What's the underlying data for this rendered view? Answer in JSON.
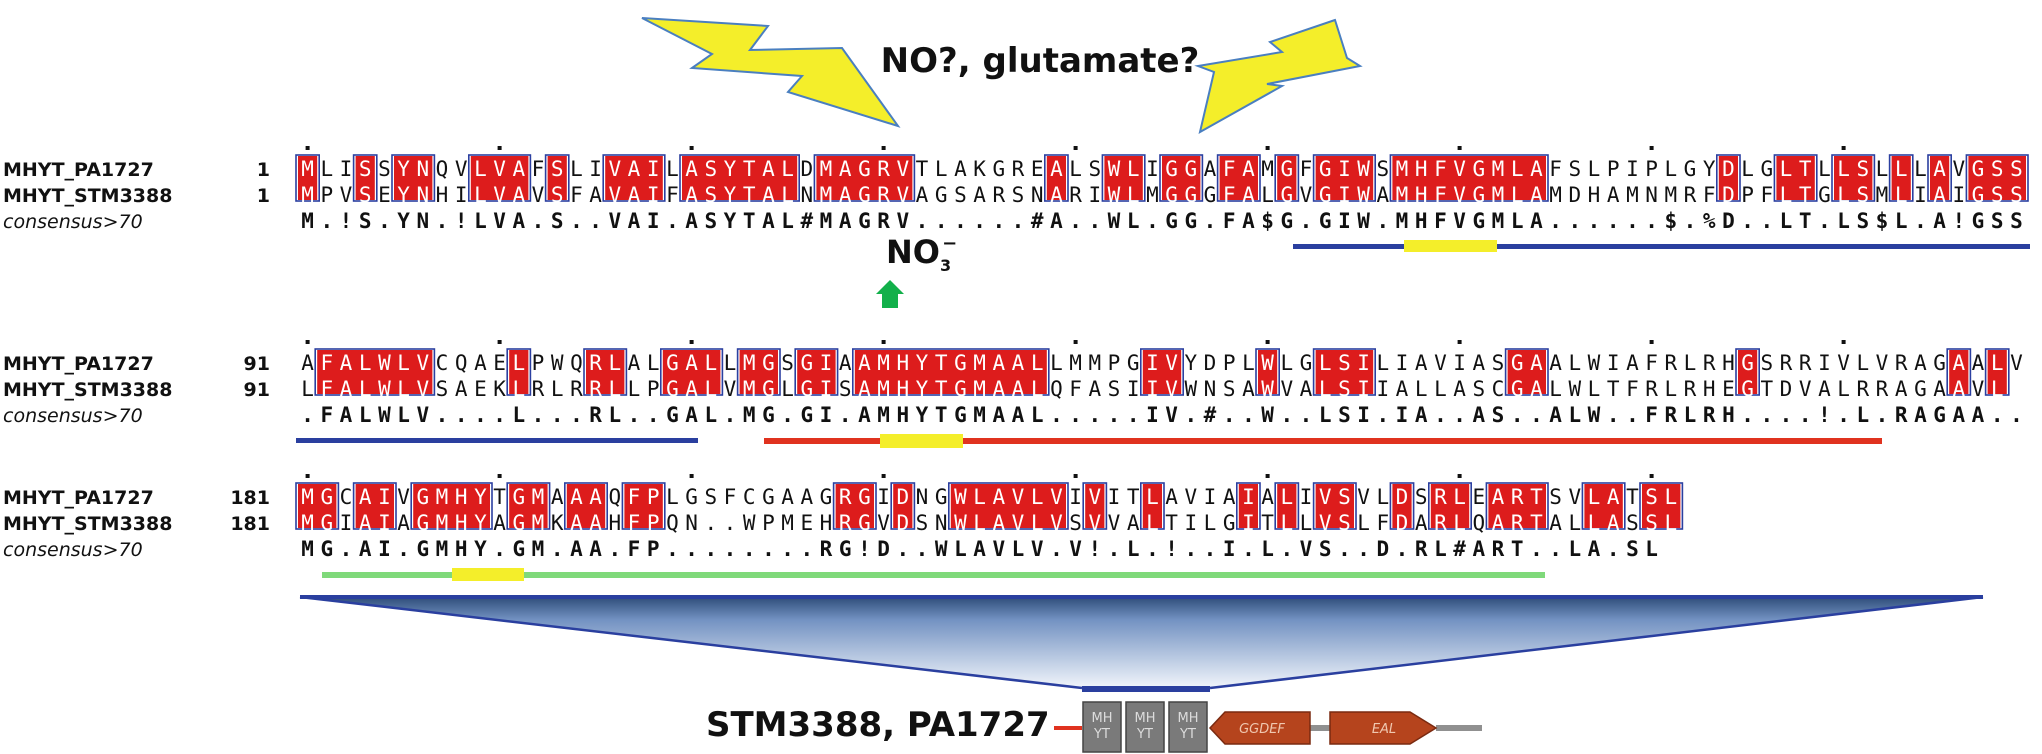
{
  "header": {
    "stimulus_label": "NO?, glutamate?",
    "nitrate_label": "NO",
    "nitrate_sub": "3",
    "nitrate_sup": "−"
  },
  "blocks": [
    {
      "rows": [
        {
          "label": "MHYT_PA1727",
          "start": "1",
          "seq": "MLISSYNQVLVAFSLIVAILASYTALDMAGRVTLAKGREALSWLIGGAFAMGFGIWSMHFVGMLAFSLPIPLGYDLGLTLLSLLLAVGSS"
        },
        {
          "label": "MHYT_STM3388",
          "start": "1",
          "seq": "MPVSEYNHILVAVSFAVAIFASYTALNMAGRVAGSARSNARIWLMGGGFALGVGIWAMHFVGMLAMDHAMNMRFDPFLTGLSMLIAIGSS"
        },
        {
          "label": "consensus>70",
          "start": "",
          "seq": "M.!S.YN.!LVA.S..VAI.ASYTAL#MAGRV......#A..WL.GG.FA$G.GIW.MHFVGMLA......$.%D..LT.LS$L.A!GSS"
        }
      ]
    },
    {
      "rows": [
        {
          "label": "MHYT_PA1727",
          "start": "91",
          "seq": "AFALWLVCQAELPWQRLALGALLMGSGIAAMHYTGMAALLMMPGIVYDPLWLGLSILIAVIASGAALWIAFRLRHGSRRIVLVRAGAALV"
        },
        {
          "label": "MHYT_STM3388",
          "start": "91",
          "seq": "LFALWLVSAEKLRLRRLLPGALVMGLGISAMHYTGMAALQFASIIVWNSAWVALSIIALLASCGALWLTFRLRHEGTDVALRRAGAAVL"
        },
        {
          "label": "consensus>70",
          "start": "",
          "seq": ".FALWLV....L...RL..GAL.MG.GI.AMHYTGMAAL.....IV.#..W..LSI.IA..AS..ALW..FRLRH....!.L.RAGAA.."
        }
      ]
    },
    {
      "rows": [
        {
          "label": "MHYT_PA1727",
          "start": "181",
          "seq": "MGCAIVGMHYTGMAAAQFPLGSFCGAAGRGIDNGWLAVLVIVITLAVIAIALIVSVLDSRLEARTSVLATSL"
        },
        {
          "label": "MHYT_STM3388",
          "start": "181",
          "seq": "MGIAIAGMHYAGMKAAHFPQN..WPMEHRGVDSNWLAVLVSVVALTILGITLLVSLFDARLQARTALLASSL"
        },
        {
          "label": "consensus>70",
          "start": "",
          "seq": "MG.AI.GMHY.GM.AA.FP........RG!D..WLAVLV.V!.L.!..I.L.VS..D.RL#ART..LA.SL"
        }
      ]
    }
  ],
  "gene_label": "STM3388, PA1727",
  "domains": [
    {
      "label": "MH\nYT"
    },
    {
      "label": "MH\nYT"
    },
    {
      "label": "MH\nYT"
    },
    {
      "label": "GGDEF"
    },
    {
      "label": "EAL"
    }
  ],
  "colors": {
    "conserved_fill": "#dd1c1c",
    "box_stroke": "#2b3fa0",
    "similar_text": "#dd1c1c",
    "bolt_fill": "#f4ee2a",
    "bolt_stroke": "#4a7fc0",
    "tm_bar": "#2a3f9f",
    "yellow_bar": "#f4ee2a",
    "red_bar": "#e0321f",
    "green_bar": "#7fd97a",
    "green_arrow": "#12b04a",
    "mhyt_fill": "#7a7a7a",
    "domain_fill": "#b5441d",
    "domain_text": "#f0c8b0"
  }
}
